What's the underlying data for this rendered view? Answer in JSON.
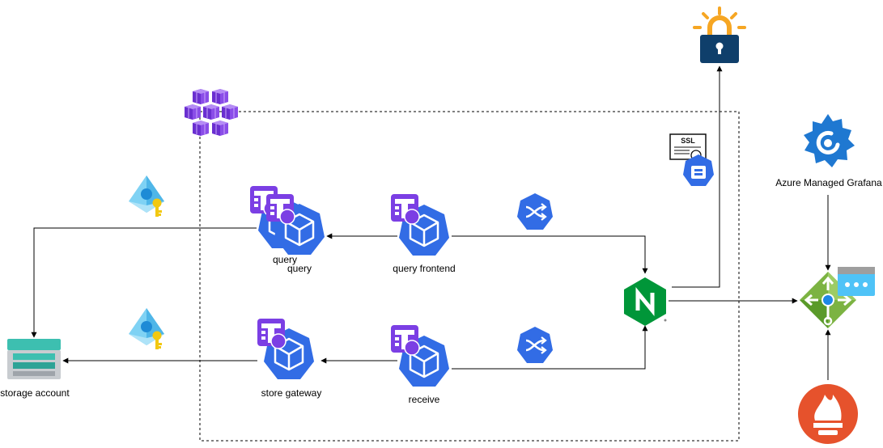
{
  "labels": {
    "storage_account": "storage account",
    "query_primary": "query",
    "query_secondary": "query",
    "query_frontend": "query frontend",
    "store_gateway": "store gateway",
    "receive": "receive",
    "grafana": "Azure Managed Grafana",
    "ssl": "SSL"
  },
  "icons": {
    "aks_cluster": "aks-cluster-icon",
    "key_vault": "key-vault-lock-icon",
    "ssl_certificate": "ssl-certificate-icon",
    "managed_identity": "managed-identity-icon",
    "deployment": "kubernetes-deployment-icon",
    "pod": "kubernetes-pod-icon",
    "service": "kubernetes-service-icon",
    "ingress": "nginx-ingress-icon",
    "front_door": "azure-front-door-icon",
    "grafana": "grafana-icon",
    "prometheus": "prometheus-icon",
    "storage": "storage-account-icon"
  },
  "colors": {
    "k8s_blue": "#326ce5",
    "deployment_purple": "#7b3fe4",
    "nginx_green": "#009639",
    "prometheus_orange": "#e6522c",
    "grafana_blue": "#1f78d1",
    "keyvault_navy": "#0f3f6b",
    "keyvault_sun": "#f6a623",
    "storage_teal": "#3dbfb0",
    "frontdoor_green": "#7cb342",
    "aks_purple": "#7b3fe4"
  }
}
